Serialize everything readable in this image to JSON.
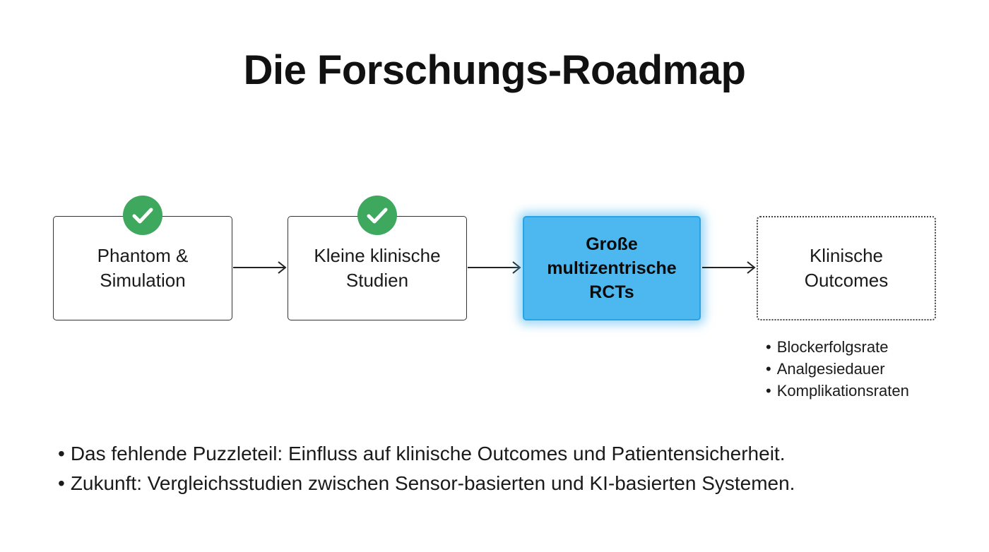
{
  "title": "Die Forschungs-Roadmap",
  "stages": [
    {
      "label": "Phantom &\nSimulation",
      "status": "done"
    },
    {
      "label": "Kleine klinische\nStudien",
      "status": "done"
    },
    {
      "label": "Große\nmultizentrische\nRCTs",
      "status": "current"
    },
    {
      "label": "Klinische\nOutcomes",
      "status": "future"
    }
  ],
  "outcomes": {
    "bullet": "•",
    "items": [
      "Blockerfolgsrate",
      "Analgesiedauer",
      "Komplikationsraten"
    ]
  },
  "notes": {
    "bullet": "•",
    "items": [
      "Das fehlende Puzzleteil: Einfluss auf klinische Outcomes und Patientensicherheit.",
      "Zukunft: Vergleichsstudien zwischen Sensor-basierten und KI-basierten Systemen."
    ]
  },
  "colors": {
    "check": "#3ea85e",
    "current": "#4db8ef",
    "current_border": "#2aa3e6",
    "text": "#111111"
  },
  "icons": {
    "done": "check-circle-icon",
    "connector": "arrow-right-icon"
  }
}
